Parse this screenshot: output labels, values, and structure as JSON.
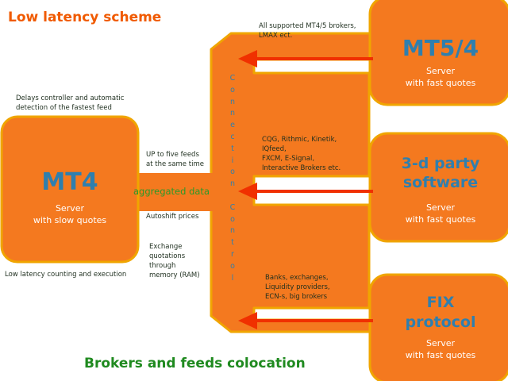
{
  "title": "Low latency scheme",
  "footer": "Brokers and feeds colocation",
  "colors": {
    "orange": "#f4791f",
    "border": "#f0a500",
    "arrow": "#f03000",
    "title": "#f05a00",
    "green": "#1f8a1f",
    "blue": "#2f7fae"
  },
  "mt4": {
    "name": "MT4",
    "sub1": "Server",
    "sub2": "with slow quotes"
  },
  "servers": [
    {
      "name1": "MT5/4",
      "name2": "",
      "sub1": "Server",
      "sub2": "with fast quotes"
    },
    {
      "name1": "3-d party",
      "name2": "software",
      "sub1": "Server",
      "sub2": "with fast quotes"
    },
    {
      "name1": "FIX",
      "name2": "protocol",
      "sub1": "Server",
      "sub2": "with fast quotes"
    }
  ],
  "channel_letters": [
    "C",
    "o",
    "n",
    "n",
    "e",
    "c",
    "t",
    "i",
    "o",
    "n",
    "",
    "C",
    "o",
    "n",
    "t",
    "r",
    "o",
    "l"
  ],
  "notes": {
    "delays": [
      "Delays controller and automatic",
      "detection of the fastest feed"
    ],
    "low_latency": "Low latency counting and execution",
    "up_to_five": [
      "UP to five feeds",
      "at the same time"
    ],
    "aggregated": "aggregated data",
    "autoshift": "Autoshift prices",
    "exchange": [
      "Exchange",
      "quotations",
      "through",
      "memory (RAM)"
    ],
    "mt_brokers": [
      "All supported MT4/5 brokers,",
      "LMAX ect."
    ],
    "cqg": [
      "CQG, Rithmic, Kinetik,",
      "IQfeed,",
      "FXCM, E-Signal,",
      "Interactive Brokers etc."
    ],
    "banks": [
      "Banks, exchanges,",
      "Liquidity providers,",
      "ECN-s, big brokers"
    ]
  }
}
